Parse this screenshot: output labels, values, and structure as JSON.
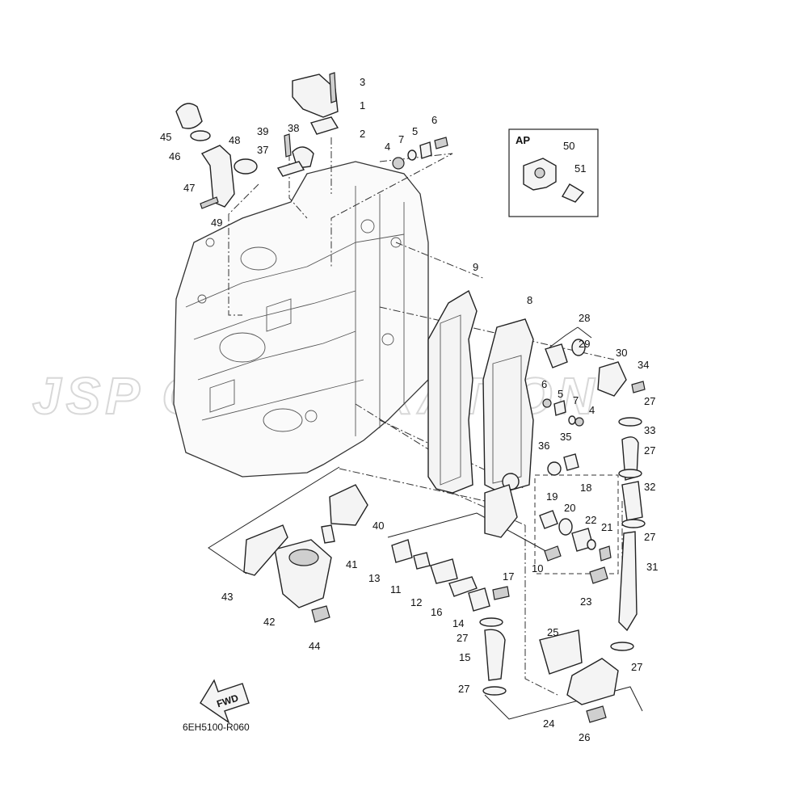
{
  "watermark": "JSP CORPORATION",
  "diagram_code": "6EH5100-R060",
  "fwd_label": "FWD",
  "inset_label": "AP",
  "callouts": [
    {
      "id": "c1",
      "text": "1"
    },
    {
      "id": "c2",
      "text": "2"
    },
    {
      "id": "c3",
      "text": "3"
    },
    {
      "id": "c4a",
      "text": "4"
    },
    {
      "id": "c5a",
      "text": "5"
    },
    {
      "id": "c6a",
      "text": "6"
    },
    {
      "id": "c7a",
      "text": "7"
    },
    {
      "id": "c4b",
      "text": "4"
    },
    {
      "id": "c5b",
      "text": "5"
    },
    {
      "id": "c6b",
      "text": "6"
    },
    {
      "id": "c7b",
      "text": "7"
    },
    {
      "id": "c8",
      "text": "8"
    },
    {
      "id": "c9",
      "text": "9"
    },
    {
      "id": "c10",
      "text": "10"
    },
    {
      "id": "c11",
      "text": "11"
    },
    {
      "id": "c12",
      "text": "12"
    },
    {
      "id": "c13",
      "text": "13"
    },
    {
      "id": "c14",
      "text": "14"
    },
    {
      "id": "c15",
      "text": "15"
    },
    {
      "id": "c16",
      "text": "16"
    },
    {
      "id": "c17",
      "text": "17"
    },
    {
      "id": "c18",
      "text": "18"
    },
    {
      "id": "c19",
      "text": "19"
    },
    {
      "id": "c20",
      "text": "20"
    },
    {
      "id": "c21",
      "text": "21"
    },
    {
      "id": "c22",
      "text": "22"
    },
    {
      "id": "c23",
      "text": "23"
    },
    {
      "id": "c24",
      "text": "24"
    },
    {
      "id": "c25",
      "text": "25"
    },
    {
      "id": "c26",
      "text": "26"
    },
    {
      "id": "c27a",
      "text": "27"
    },
    {
      "id": "c27b",
      "text": "27"
    },
    {
      "id": "c27c",
      "text": "27"
    },
    {
      "id": "c27d",
      "text": "27"
    },
    {
      "id": "c27e",
      "text": "27"
    },
    {
      "id": "c27f",
      "text": "27"
    },
    {
      "id": "c28",
      "text": "28"
    },
    {
      "id": "c29",
      "text": "29"
    },
    {
      "id": "c30",
      "text": "30"
    },
    {
      "id": "c31",
      "text": "31"
    },
    {
      "id": "c32",
      "text": "32"
    },
    {
      "id": "c33",
      "text": "33"
    },
    {
      "id": "c34",
      "text": "34"
    },
    {
      "id": "c35",
      "text": "35"
    },
    {
      "id": "c36",
      "text": "36"
    },
    {
      "id": "c37",
      "text": "37"
    },
    {
      "id": "c38",
      "text": "38"
    },
    {
      "id": "c39",
      "text": "39"
    },
    {
      "id": "c40",
      "text": "40"
    },
    {
      "id": "c41",
      "text": "41"
    },
    {
      "id": "c42",
      "text": "42"
    },
    {
      "id": "c43",
      "text": "43"
    },
    {
      "id": "c44",
      "text": "44"
    },
    {
      "id": "c45",
      "text": "45"
    },
    {
      "id": "c46",
      "text": "46"
    },
    {
      "id": "c47",
      "text": "47"
    },
    {
      "id": "c48",
      "text": "48"
    },
    {
      "id": "c49",
      "text": "49"
    },
    {
      "id": "c50",
      "text": "50"
    },
    {
      "id": "c51",
      "text": "51"
    }
  ]
}
